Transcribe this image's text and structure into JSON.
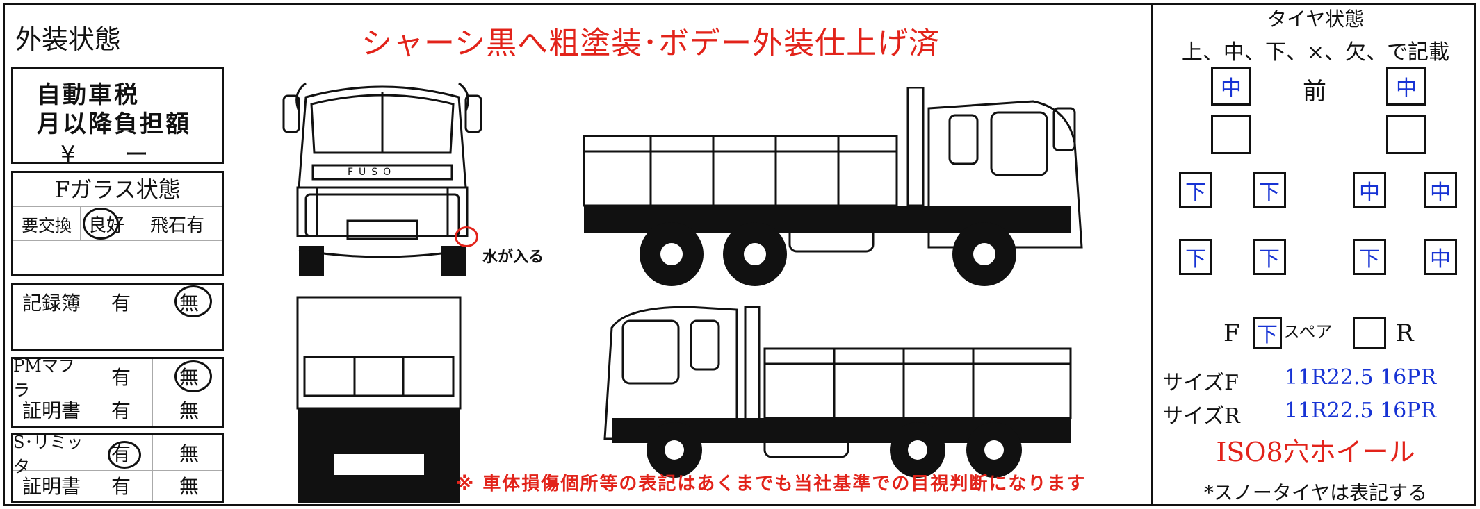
{
  "left": {
    "exterior_title": "外装状態",
    "tax": {
      "line1": "自動車税",
      "line2": "月以降負担額",
      "line3": "¥ ー"
    },
    "glass": {
      "title": "Fガラス状態",
      "opt1": "要交換",
      "opt2": "良好",
      "opt3": "飛石有"
    },
    "record": {
      "label": "記録簿",
      "yes": "有",
      "no": "無"
    },
    "pm": {
      "label": "PMマフラ",
      "yes": "有",
      "no": "無",
      "cert": "証明書",
      "cert_yes": "有",
      "cert_no": "無"
    },
    "sl": {
      "label": "S･リミッタ",
      "yes": "有",
      "no": "無",
      "cert": "証明書",
      "cert_yes": "有",
      "cert_no": "無"
    }
  },
  "middle": {
    "paint_note": "シャーシ黒へ粗塗装･ボデー外装仕上げ済",
    "water_label": "水が入る",
    "bottom_note": "※ 車体損傷個所等の表記はあくまでも当社基準での目視判断になります"
  },
  "right": {
    "title": "タイヤ状態",
    "subtitle": "上、中、下、×、欠、で記載",
    "front_label": "前",
    "front_left": "中",
    "front_right": "中",
    "front2_left": "",
    "front2_right": "",
    "rear1": [
      "下",
      "下",
      "中",
      "中"
    ],
    "rear2": [
      "下",
      "下",
      "下",
      "中"
    ],
    "spare_f_label": "F",
    "spare_f_value": "下",
    "spare_label": "スペア",
    "spare_r_value": "",
    "spare_r_label": "R",
    "size_f_label": "サイズF",
    "size_f_value": "11R22.5 16PR",
    "size_r_label": "サイズR",
    "size_r_value": "11R22.5 16PR",
    "wheel_note": "ISO8穴ホイール",
    "snow_note": "*スノータイヤは表記する"
  },
  "colors": {
    "accent_red": "#e2231a",
    "tire_blue": "#1733d4"
  }
}
